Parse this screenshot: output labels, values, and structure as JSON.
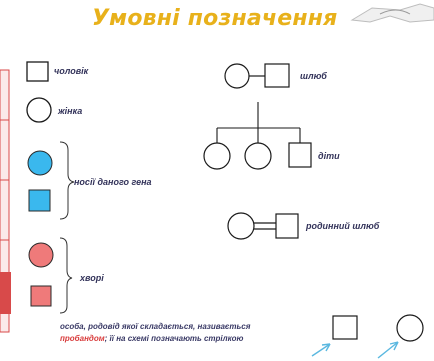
{
  "title": "Умовні позначення",
  "legend": {
    "male": "чоловік",
    "female": "жінка",
    "carrier": "носії даного гена",
    "affected": "хворі",
    "marriage": "шлюб",
    "children": "діти",
    "consanguineous": "родинний шлюб",
    "proband_part1": "особа, родовід якої складається, називається",
    "proband_word": "пробандом",
    "proband_part2": "; її на схемі позначають стрілкою"
  },
  "colors": {
    "title": "#e8b11b",
    "carrier_fill": "#3ab8ee",
    "affected_fill": "#ef7a7a",
    "sidebar_red": "#d84a4a",
    "arrow": "#5ab8e0",
    "proband_word": "#d83a3a"
  }
}
